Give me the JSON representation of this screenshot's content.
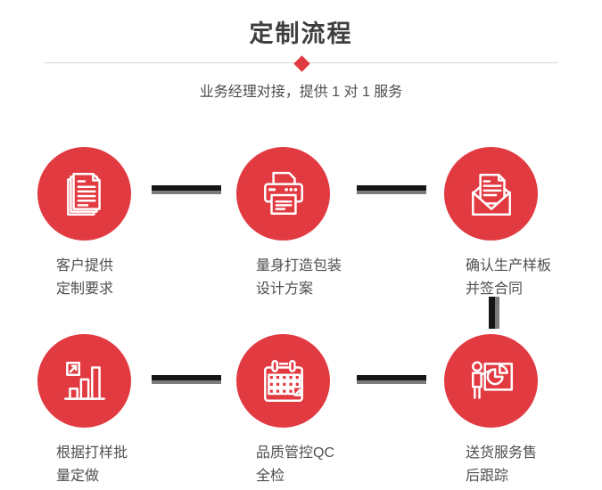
{
  "header": {
    "title": "定制流程",
    "subtitle": "业务经理对接，提供 1 对 1 服务"
  },
  "colors": {
    "accent_red": "#e23a41",
    "connector_dark": "#161616",
    "connector_gray": "#7c7c7c",
    "divider_line": "#d5d5d5",
    "title_text": "#3e3e3e",
    "label_text": "#4f4f4f"
  },
  "steps": [
    {
      "icon": "documents-icon",
      "lines": [
        "客户提供",
        "定制要求"
      ]
    },
    {
      "icon": "printer-icon",
      "lines": [
        "量身打造包装",
        "设计方案"
      ]
    },
    {
      "icon": "envelope-icon",
      "lines": [
        "确认生产样板",
        "并签合同"
      ]
    },
    {
      "icon": "bar-chart-icon",
      "lines": [
        "根据打样批",
        "量定做"
      ]
    },
    {
      "icon": "calendar-icon",
      "lines": [
        "品质管控QC",
        "全检"
      ]
    },
    {
      "icon": "presentation-icon",
      "lines": [
        "送货服务售",
        "后跟踪"
      ]
    }
  ]
}
